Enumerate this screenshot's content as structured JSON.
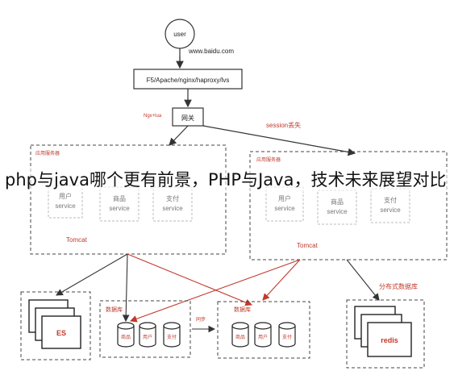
{
  "nodes": {
    "user": "user",
    "url": "www.baidu.com",
    "lb": "F5/Apache/nginx/haproxy/lvs",
    "gateway_tag": "Ngx+lua",
    "gateway": "网关",
    "session": "session丢失",
    "group_label": "应用服务器",
    "left_cluster": {
      "user_svc": [
        "用户",
        "service"
      ],
      "goods_svc": [
        "商品",
        "service"
      ],
      "pay_svc": [
        "支付",
        "service"
      ],
      "tomcat": "Tomcat"
    },
    "right_cluster": {
      "user_svc": [
        "用户",
        "service"
      ],
      "goods_svc": [
        "商品",
        "service"
      ],
      "pay_svc": [
        "支付",
        "service"
      ],
      "tomcat": "Tomcat"
    },
    "es": "ES",
    "db_left": {
      "title": "数据库",
      "dbs": [
        "商品",
        "用户",
        "支付"
      ]
    },
    "sync": "同步",
    "db_right": {
      "title": "数据库",
      "dbs": [
        "商品",
        "用户",
        "支付"
      ]
    },
    "dist_cache": "分布式数据库",
    "redis": "redis"
  },
  "overlay_title": "php与java哪个更有前景，PHP与Java，技术未来展望对比",
  "colors": {
    "stroke": "#333333",
    "accent": "#c0392b"
  }
}
